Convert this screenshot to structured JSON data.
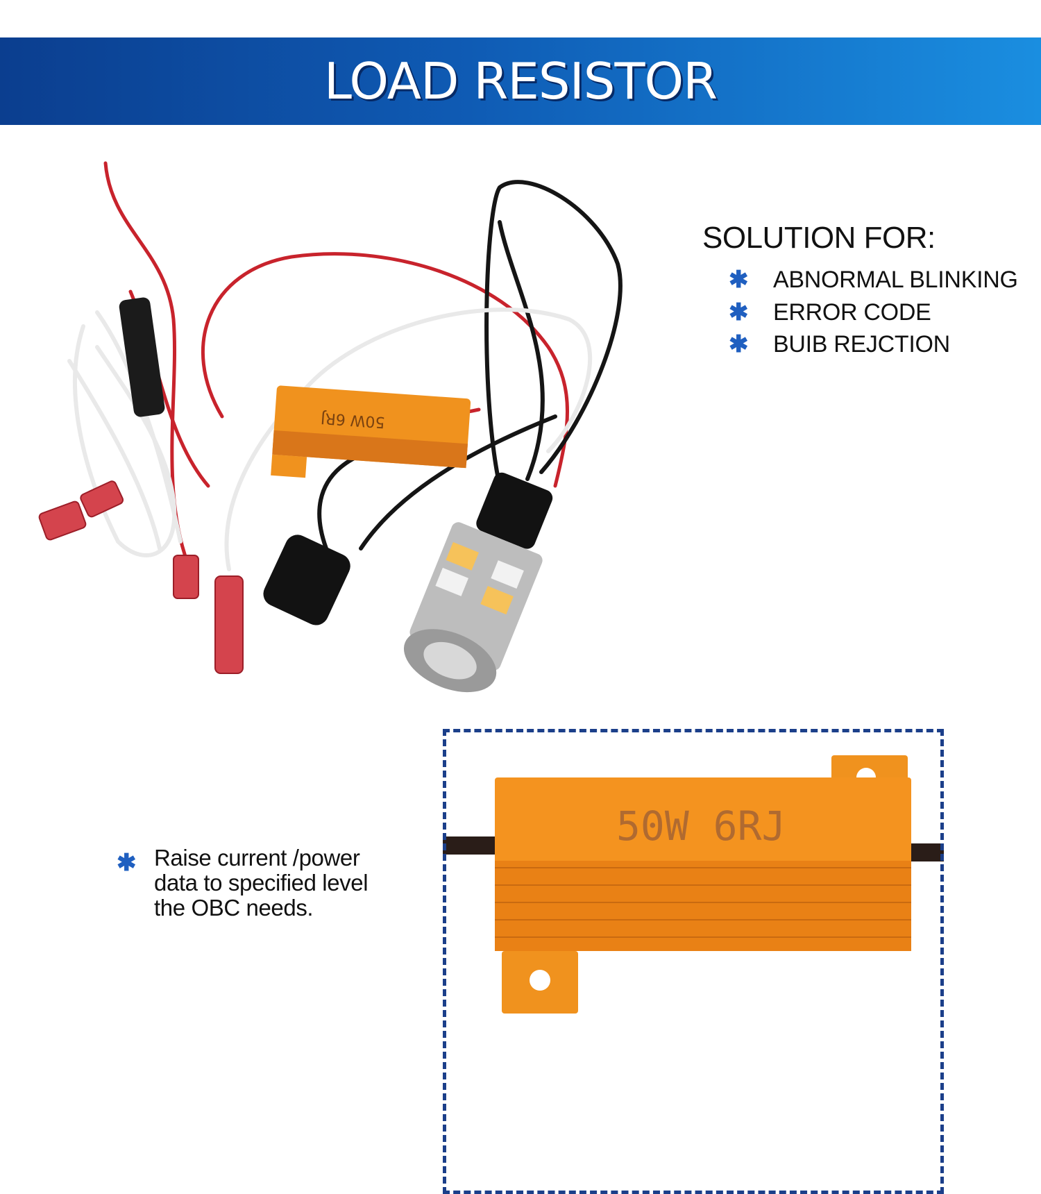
{
  "banner": {
    "title": "LOAD RESISTOR"
  },
  "solution": {
    "heading": "SOLUTION FOR:",
    "items": [
      {
        "icon": "asterisk-icon",
        "label": "ABNORMAL BLINKING"
      },
      {
        "icon": "asterisk-icon",
        "label": "ERROR CODE"
      },
      {
        "icon": "asterisk-icon",
        "label": "BUIB REJCTION"
      }
    ]
  },
  "note": {
    "icon": "asterisk-icon",
    "text_lines": [
      "Raise current /power",
      "data to specified level",
      "the OBC needs."
    ]
  },
  "resistor": {
    "marking": "50W 6RJ"
  },
  "colors": {
    "banner_dark": "#0b3e8f",
    "banner_light": "#1a8ee0",
    "accent": "#1f5fc0",
    "frame": "#1b3f8a",
    "resistor_orange": "#f0921e"
  }
}
